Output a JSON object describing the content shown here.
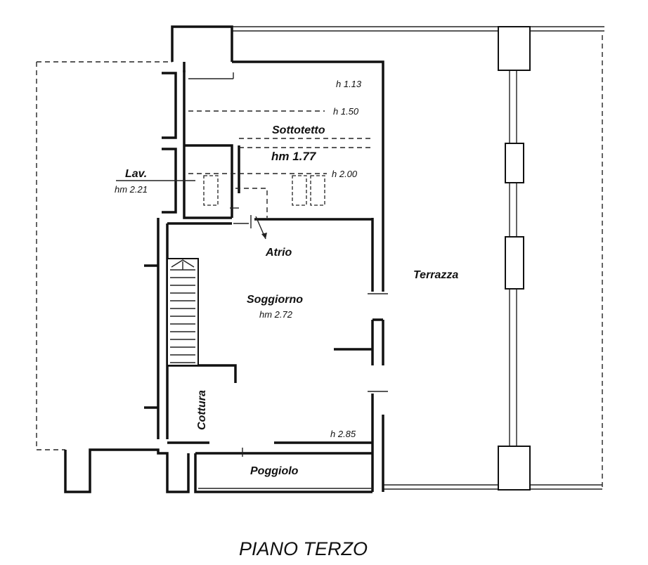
{
  "plan": {
    "title": "PIANO TERZO",
    "rooms": {
      "sottotetto": "Sottotetto",
      "lav": "Lav.",
      "atrio": "Atrio",
      "terrazza": "Terrazza",
      "soggiorno": "Soggiorno",
      "cottura": "Cottura",
      "poggiolo": "Poggiolo"
    },
    "heights": {
      "h113": "h 1.13",
      "h150": "h 1.50",
      "hm177": "hm 1.77",
      "h200": "h 2.00",
      "hm221": "hm 2.21",
      "hm272": "hm 2.72",
      "h285": "h 2.85"
    }
  }
}
